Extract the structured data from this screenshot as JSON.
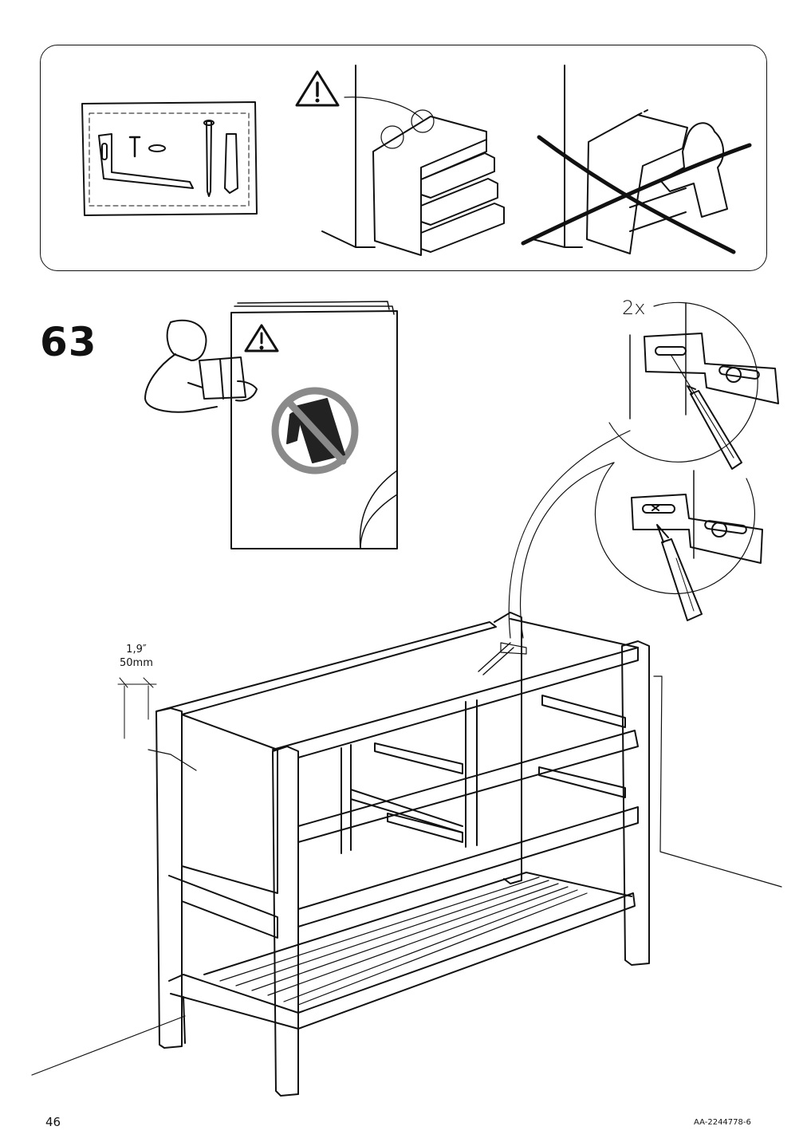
{
  "step": {
    "number": "63",
    "quantity": "2x"
  },
  "measurement": {
    "imperial": "1,9″",
    "metric": "50mm"
  },
  "footer": {
    "page_number": "46",
    "document_code": "AA-2244778-6"
  },
  "icons": [
    "warning-icon",
    "no-climbing-icon",
    "reading-person-icon",
    "pencil-icon"
  ]
}
